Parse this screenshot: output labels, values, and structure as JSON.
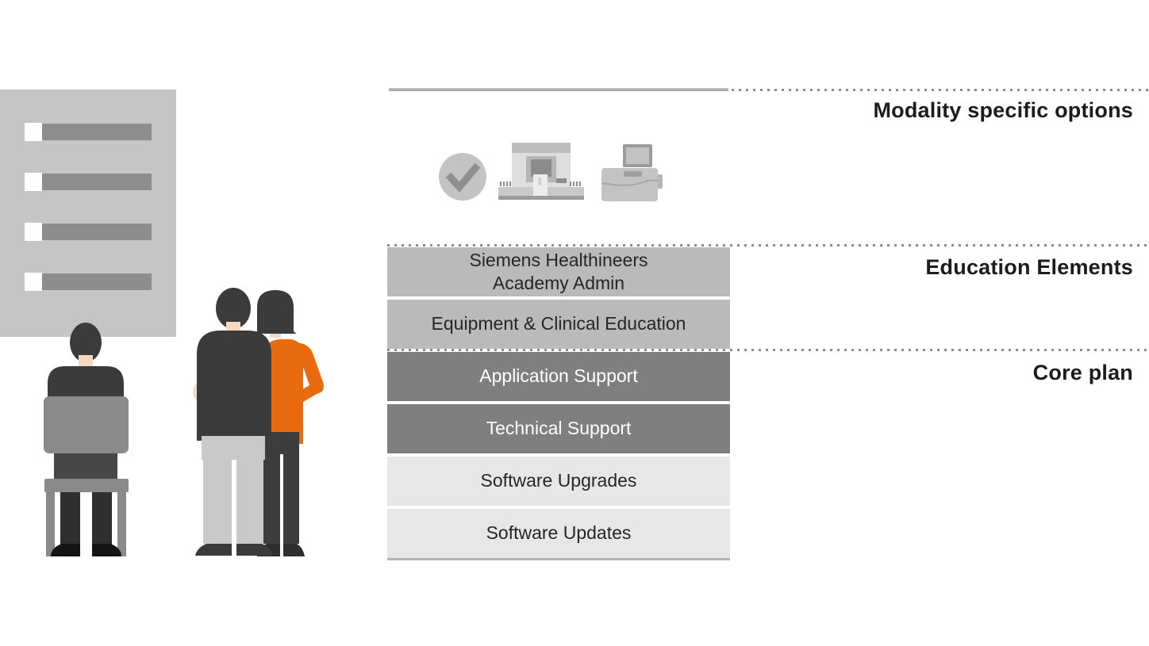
{
  "page": {
    "background": "#ffffff"
  },
  "sections": {
    "modality": {
      "label": "Modality specific options"
    },
    "education": {
      "label": "Education Elements"
    },
    "core": {
      "label": "Core plan"
    }
  },
  "stack": {
    "boxes": [
      {
        "label": "Siemens Healthineers\nAcademy Admin",
        "tier": "education"
      },
      {
        "label": "Equipment & Clinical Education",
        "tier": "education"
      },
      {
        "label": "Application Support",
        "tier": "core"
      },
      {
        "label": "Technical Support",
        "tier": "core"
      },
      {
        "label": "Software Upgrades",
        "tier": "core"
      },
      {
        "label": "Software Updates",
        "tier": "core"
      }
    ]
  },
  "icons": [
    {
      "name": "check-circle-icon"
    },
    {
      "name": "diagnostic-scanner-icon"
    },
    {
      "name": "workstation-printer-icon"
    }
  ],
  "illustration": {
    "board_rows": 4,
    "people": [
      "seated-person",
      "standing-man",
      "standing-woman"
    ]
  },
  "colors": {
    "accent_orange": "#ea6a10",
    "box_medium_gray": "#bababa",
    "box_dark_gray": "#7f7f7f",
    "box_light_gray": "#e7e7e7",
    "text_dark": "#262626",
    "text_on_dark": "#ffffff",
    "dotted_line": "#8a8a8a",
    "figure_charcoal": "#3b3b3b",
    "chair_gray": "#8a8a8a",
    "skin": "#f6d9c3"
  }
}
